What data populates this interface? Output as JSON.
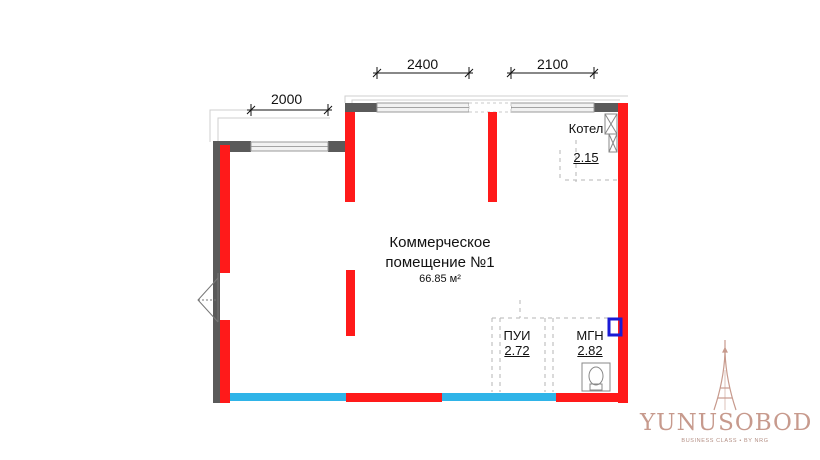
{
  "dimensions": {
    "left_window": "2000",
    "middle_window": "2400",
    "right_window": "2100"
  },
  "main_room": {
    "title_line1": "Коммерческое",
    "title_line2": "помещение №1",
    "area": "66.85 м²"
  },
  "rooms": [
    {
      "name": "Котел",
      "area": "2.15"
    },
    {
      "name": "ПУИ",
      "area": "2.72"
    },
    {
      "name": "МГН",
      "area": "2.82"
    }
  ],
  "brand": {
    "name": "YUNUSOBOD",
    "tagline": "BUSINESS CLASS • BY NRG"
  },
  "colors": {
    "wall_red": "#ff1a1a",
    "glass_blue": "#2fb4e8",
    "wall_gray": "#555555",
    "marker_blue": "#1a1ad6",
    "brand": "#c79a8d"
  }
}
